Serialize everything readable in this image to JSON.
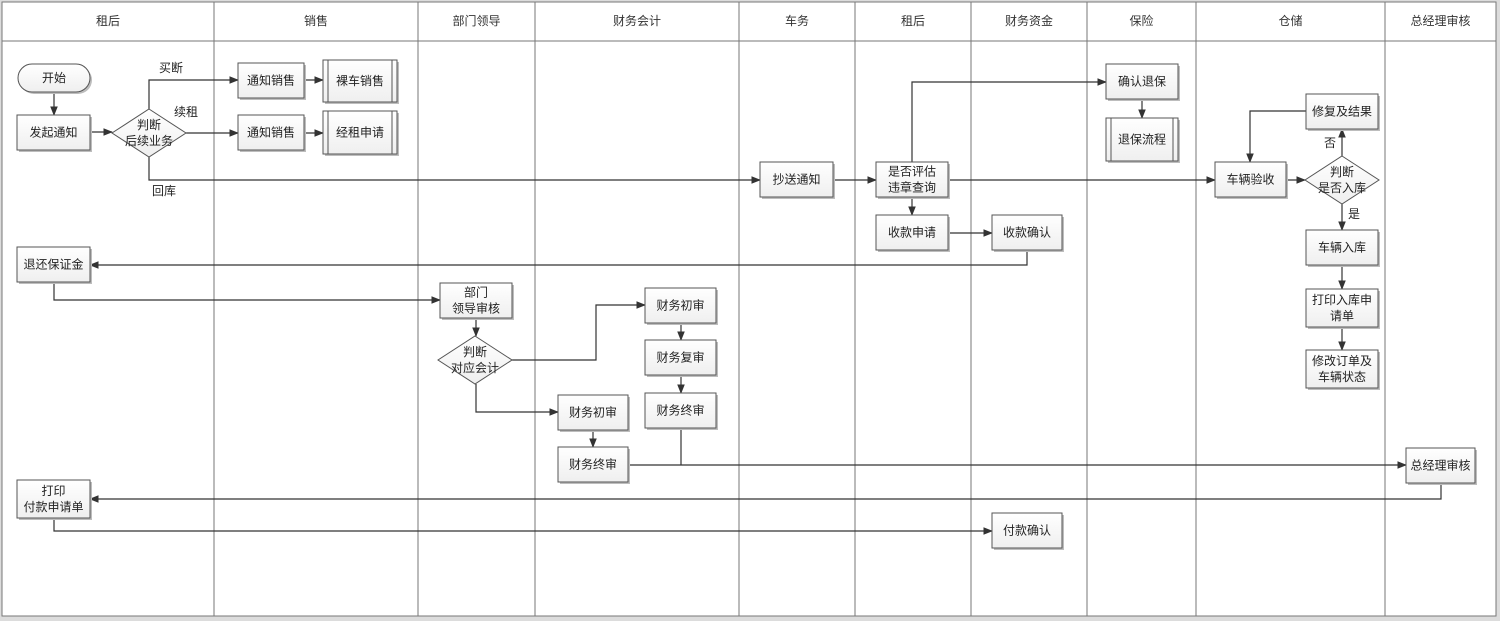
{
  "lanes": [
    "租后",
    "销售",
    "部门领导",
    "财务会计",
    "车务",
    "租后",
    "财务资金",
    "保险",
    "仓储",
    "总经理审核"
  ],
  "nodes": {
    "start": [
      "开始"
    ],
    "faqi": [
      "发起通知"
    ],
    "pd1": [
      "判断",
      "后续业务"
    ],
    "tzxs1": [
      "通知销售"
    ],
    "lcxs": [
      "裸车销售"
    ],
    "tzxs2": [
      "通知销售"
    ],
    "jzsq": [
      "经租申请"
    ],
    "csz": [
      "抄送通知"
    ],
    "sfpg": [
      "是否评估",
      "违章查询"
    ],
    "sksq": [
      "收款申请"
    ],
    "skqr": [
      "收款确认"
    ],
    "qrtb": [
      "确认退保"
    ],
    "tblc": [
      "退保流程"
    ],
    "clys": [
      "车辆验收"
    ],
    "xfjg": [
      "修复及结果"
    ],
    "pd2": [
      "判断",
      "是否入库"
    ],
    "clrk": [
      "车辆入库"
    ],
    "dyrk": [
      "打印入库申",
      "请单"
    ],
    "xgdd": [
      "修改订单及",
      "车辆状态"
    ],
    "thbzj": [
      "退还保证金"
    ],
    "bmld": [
      "部门",
      "领导审核"
    ],
    "pd3": [
      "判断",
      "对应会计"
    ],
    "cwcs1": [
      "财务初审"
    ],
    "cwfs": [
      "财务复审"
    ],
    "cwzs1": [
      "财务终审"
    ],
    "cwcs2": [
      "财务初审"
    ],
    "cwzs2": [
      "财务终审"
    ],
    "zjl": [
      "总经理审核"
    ],
    "dyfk": [
      "打印",
      "付款申请单"
    ],
    "fkqr": [
      "付款确认"
    ]
  },
  "edge_labels": {
    "maiduan": "买断",
    "xuzu": "续租",
    "huiku": "回库",
    "fou": "否",
    "shi": "是"
  }
}
